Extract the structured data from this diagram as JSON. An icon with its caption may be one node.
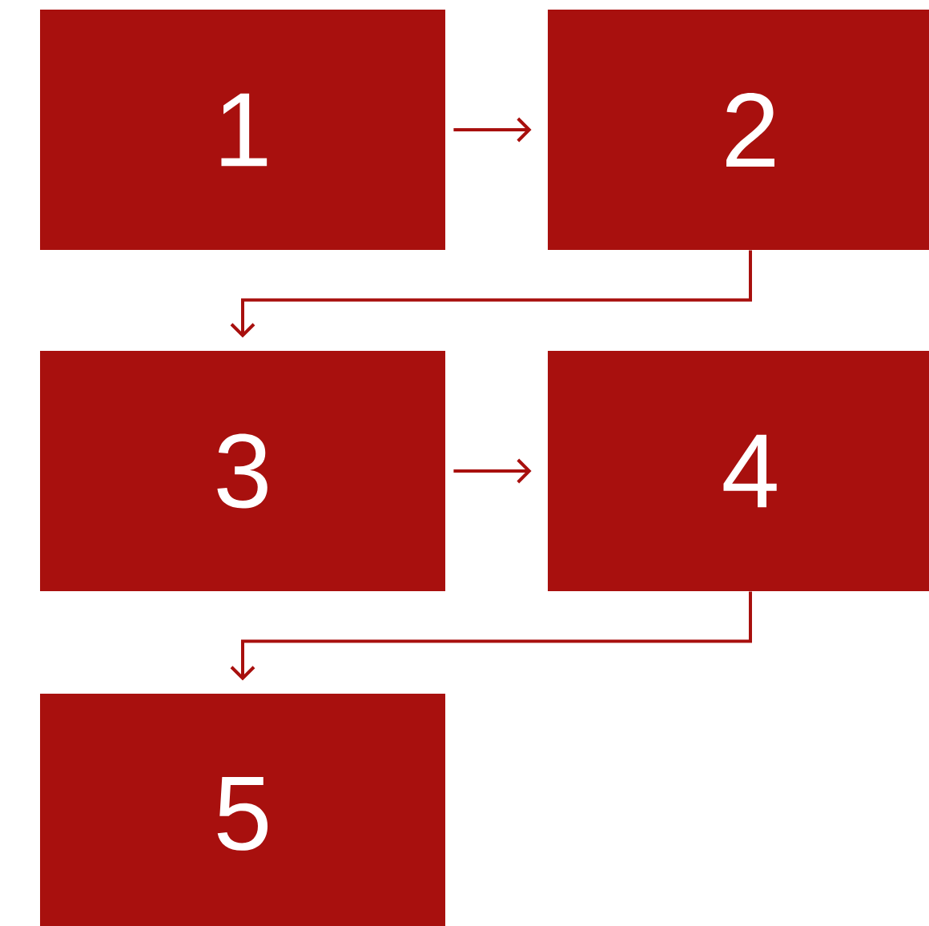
{
  "diagram": {
    "nodes": [
      {
        "text": [
          "1"
        ]
      },
      {
        "text": [
          "2"
        ]
      },
      {
        "text": [
          "3"
        ]
      },
      {
        "text": [
          "4"
        ]
      },
      {
        "text": [
          "5"
        ]
      }
    ],
    "edges": [
      {
        "from": 0,
        "to": 1,
        "arrow": "to"
      },
      {
        "from": 1,
        "to": 2,
        "arrow": "to"
      },
      {
        "from": 2,
        "to": 3,
        "arrow": "to"
      },
      {
        "from": 3,
        "to": 4,
        "arrow": "to"
      }
    ]
  }
}
